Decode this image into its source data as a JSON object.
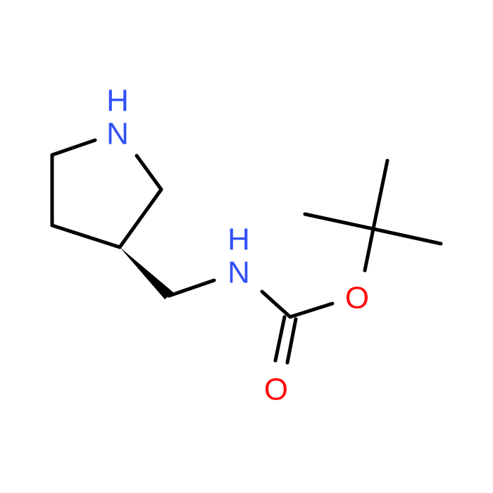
{
  "molecule": {
    "atoms": {
      "ring_nitrogen": {
        "element": "N",
        "hydrogen": "H"
      },
      "amide_nitrogen": {
        "element": "N",
        "hydrogen": "H"
      },
      "ester_oxygen": {
        "element": "O"
      },
      "carbonyl_oxygen": {
        "element": "O"
      }
    }
  },
  "colors": {
    "nitrogen": "#3050F8",
    "oxygen": "#FF0D0D",
    "bond": "#000000",
    "background": "#FFFFFF"
  }
}
